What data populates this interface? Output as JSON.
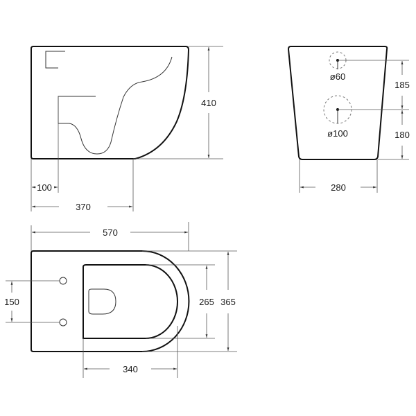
{
  "side_view": {
    "height_label": "410",
    "outlet_offset_label": "100",
    "depth_label": "370"
  },
  "rear_view": {
    "inlet_diameter_label": "ø60",
    "outlet_diameter_label": "ø100",
    "upper_spacing_label": "185",
    "lower_spacing_label": "180",
    "width_label": "280"
  },
  "top_view": {
    "length_label": "570",
    "bolt_spacing_label": "150",
    "inner_width_label": "265",
    "outer_width_label": "365",
    "inner_length_label": "340"
  },
  "colors": {
    "outline": "#111111",
    "dimension": "#555555"
  }
}
